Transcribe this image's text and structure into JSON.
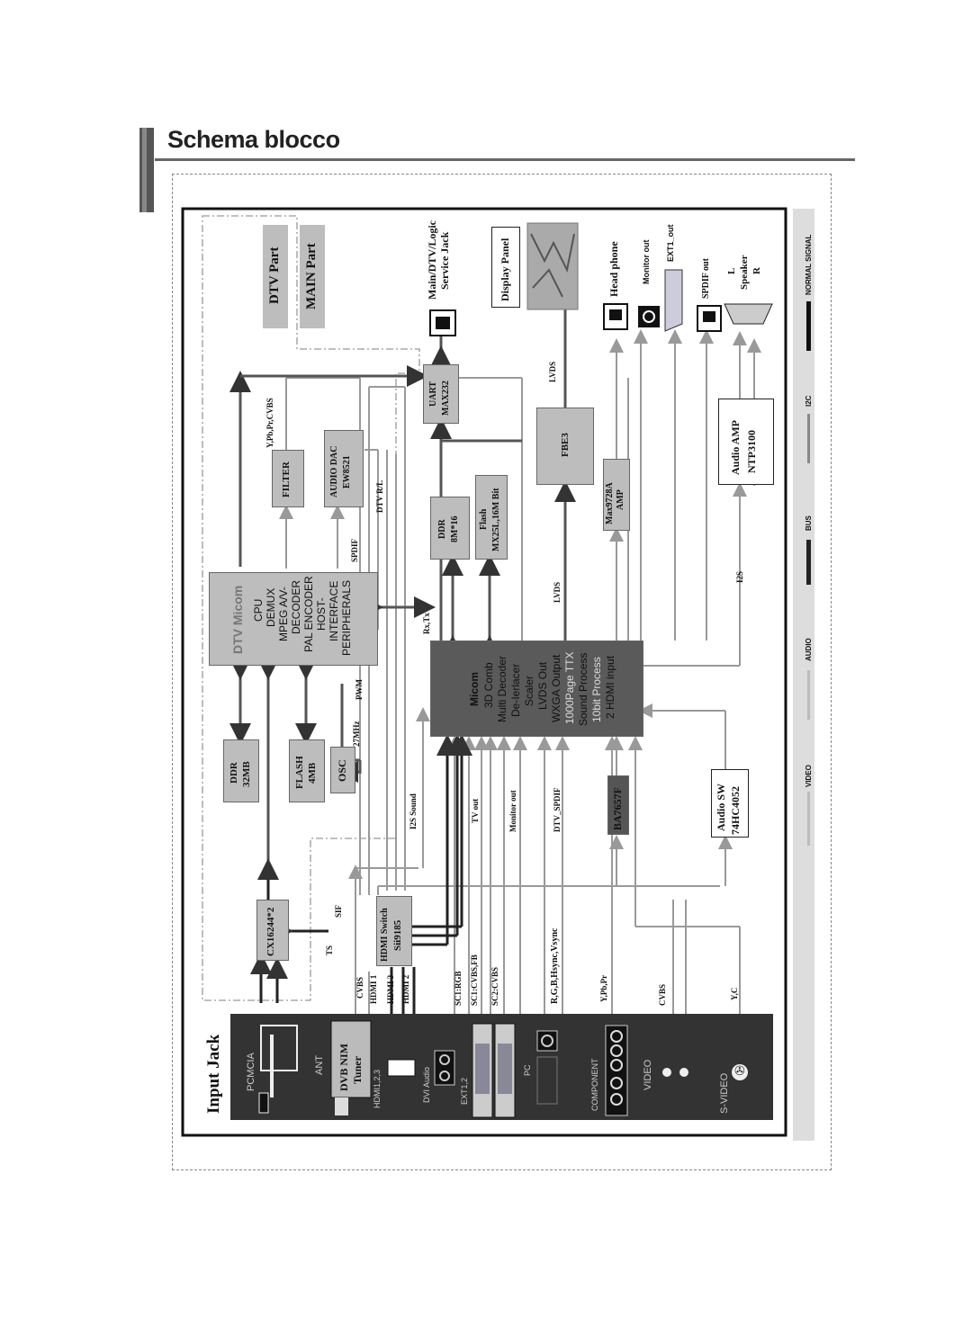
{
  "title": "Schema blocco",
  "input_jack": {
    "title": "Input Jack",
    "pcmcia": "PCMCIA",
    "ant": "ANT",
    "tuner": [
      "DVB NIM",
      "Tuner"
    ],
    "hdmi": "HDMI1,2,3",
    "dvi": "DVI Audio",
    "ext1": "EXT1,2",
    "pc": "PC",
    "component": "COMPONENT",
    "video": "VIDEO",
    "svideo": "S-VIDEO"
  },
  "parts": {
    "dtv": "DTV Part",
    "main": "MAIN Part"
  },
  "dtv_micom": {
    "title": "DTV Micom",
    "lines": [
      "CPU",
      "DEMUX",
      "MPEG A/V-",
      "DECODER",
      "PAL ENCODER",
      "HOST-",
      "INTERFACE",
      "PERIPHERALS"
    ]
  },
  "micom": {
    "title": "Micom",
    "lines": [
      "3D Comb",
      "Multi Decoder",
      "De-Ierlacer",
      "Scaler",
      "LVDS Out",
      "WXGA Output",
      "1000Page TTX",
      "Sound Process",
      "10bit Process",
      "2 HDMI input"
    ]
  },
  "blocks": {
    "ddr32": [
      "DDR",
      "32MB"
    ],
    "flash4": [
      "FLASH",
      "4MB"
    ],
    "osc": "OSC",
    "cx": "CX16244*2",
    "hdmi_switch": [
      "HDMI Switch",
      "Sii9185"
    ],
    "filter": "FILTER",
    "audio_dac": [
      "AUDIO DAC",
      "EW8521"
    ],
    "uart": [
      "UART",
      "MAX232"
    ],
    "ddr8": [
      "DDR",
      "8M*16"
    ],
    "flash16": [
      "Flash",
      "MX25L,16M Bit"
    ],
    "fbe3": "FBE3",
    "max_amp": [
      "Max9728A",
      "AMP"
    ],
    "audio_amp": [
      "Audio AMP",
      "NTP3100"
    ],
    "ba": "BA7657F",
    "audio_sw": [
      "Audio SW",
      "74HC4052"
    ]
  },
  "outputs": {
    "service_jack": [
      "Main/DTV/Logic",
      "Service Jack"
    ],
    "display_panel": "Display Panel",
    "head_phone": "Head phone",
    "monitor_out": "Monitor out",
    "ext1_out": "EXT1_out",
    "spdif_out": "SPDIF out",
    "speaker": [
      "L",
      "Speaker",
      "R"
    ]
  },
  "signals": {
    "ts": "TS",
    "sif": "SIF",
    "cvbs": "CVBS",
    "hdmi1": "HDMI 1",
    "hdmi3": "HDMI 3",
    "hdmi2": "HDMI 2",
    "sc1rgb": "SC1:RGB",
    "sc1cvbs": "SC1:CVBS,FB",
    "sc2cvbs": "SC2:CVBS",
    "rgbh": "R,G,B,Hsync,Vsync",
    "ypbpr": "Y,Pb,Pr",
    "cvbs2": "CVBS",
    "yc": "Y,C",
    "i2s_sound": "I2S Sound",
    "tv_out": "TV out",
    "monitor_out": "Monitor out",
    "dtv_spdif": "DTV_SPDIF",
    "mhz": "27MHz",
    "pwm": "PWM",
    "spdif": "SPDIF",
    "dtv_rl": "DTV R/L",
    "ypbpr_cvbs": "Y,Pb,Pr,CVBS",
    "rxtx": "Rx,Tx",
    "lvds1": "LVDS",
    "lvds2": "LVDS",
    "i2s": "I2S"
  },
  "legend": [
    "VIDEO",
    "AUDIO",
    "BUS",
    "I2C",
    "NORMAL SIGNAL"
  ]
}
